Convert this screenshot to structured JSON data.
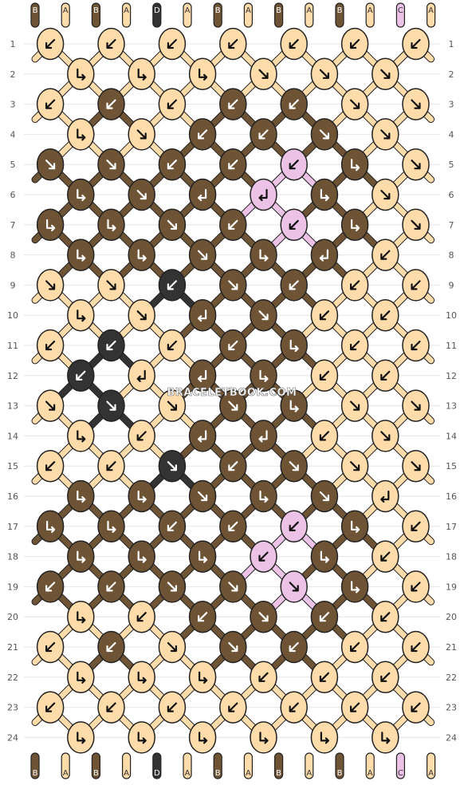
{
  "watermark": "BRACELETBOOK.COM",
  "colors": {
    "A": "#ffdcaa",
    "B": "#6e5335",
    "C": "#ecc3e6",
    "D": "#333333"
  },
  "strands": {
    "top": [
      "B",
      "A",
      "B",
      "A",
      "D",
      "A",
      "B",
      "A",
      "B",
      "A",
      "B",
      "A",
      "C",
      "A"
    ],
    "bottom": [
      "B",
      "A",
      "B",
      "A",
      "D",
      "A",
      "B",
      "A",
      "B",
      "A",
      "B",
      "A",
      "C",
      "A"
    ]
  },
  "row_numbers": [
    "1",
    "2",
    "3",
    "4",
    "5",
    "6",
    "7",
    "8",
    "9",
    "10",
    "11",
    "12",
    "13",
    "14",
    "15",
    "16",
    "17",
    "18",
    "19",
    "20",
    "21",
    "22",
    "23",
    "24"
  ],
  "knots": [
    [
      "A",
      "A",
      "A",
      "A",
      "A",
      "A",
      "A"
    ],
    [
      "A",
      "A",
      "A",
      "A",
      "A",
      "A"
    ],
    [
      "A",
      "B",
      "A",
      "B",
      "B",
      "A",
      "A"
    ],
    [
      "A",
      "A",
      "B",
      "B",
      "B",
      "A"
    ],
    [
      "B",
      "B",
      "B",
      "B",
      "C",
      "B",
      "A"
    ],
    [
      "B",
      "B",
      "B",
      "C",
      "B",
      "A"
    ],
    [
      "B",
      "B",
      "B",
      "B",
      "C",
      "B",
      "A"
    ],
    [
      "B",
      "B",
      "B",
      "B",
      "B",
      "A"
    ],
    [
      "A",
      "A",
      "D",
      "B",
      "B",
      "A",
      "A"
    ],
    [
      "A",
      "A",
      "B",
      "B",
      "A",
      "A"
    ],
    [
      "A",
      "D",
      "A",
      "B",
      "B",
      "A",
      "A"
    ],
    [
      "D",
      "A",
      "B",
      "B",
      "A",
      "A"
    ],
    [
      "A",
      "D",
      "A",
      "B",
      "B",
      "A",
      "A"
    ],
    [
      "A",
      "A",
      "B",
      "B",
      "A",
      "A"
    ],
    [
      "A",
      "A",
      "D",
      "B",
      "B",
      "A",
      "A"
    ],
    [
      "B",
      "B",
      "B",
      "B",
      "B",
      "A"
    ],
    [
      "B",
      "B",
      "B",
      "B",
      "C",
      "B",
      "A"
    ],
    [
      "B",
      "B",
      "B",
      "C",
      "B",
      "A"
    ],
    [
      "B",
      "B",
      "B",
      "B",
      "C",
      "B",
      "A"
    ],
    [
      "A",
      "A",
      "B",
      "B",
      "B",
      "A"
    ],
    [
      "A",
      "B",
      "A",
      "B",
      "B",
      "A",
      "A"
    ],
    [
      "A",
      "A",
      "A",
      "A",
      "A",
      "A"
    ],
    [
      "A",
      "A",
      "A",
      "A",
      "A",
      "A",
      "A"
    ],
    [
      "A",
      "A",
      "A",
      "A",
      "A",
      "A"
    ]
  ],
  "knot_icons": [
    [
      "arrow-down-left",
      "arrow-down-left",
      "arrow-down-left",
      "arrow-down-left",
      "arrow-down-left",
      "arrow-down-left",
      "arrow-down-left"
    ],
    [
      "turn-down-right",
      "turn-down-right",
      "turn-down-right",
      "arrow-down-right",
      "arrow-down-right",
      "arrow-down-right"
    ],
    [
      "arrow-down-left",
      "arrow-down-left",
      "arrow-down-left",
      "arrow-down-left",
      "arrow-down-left",
      "arrow-down-right",
      "arrow-down-right"
    ],
    [
      "turn-down-right",
      "arrow-down-right",
      "arrow-down-left",
      "arrow-down-left",
      "arrow-down-right",
      "arrow-down-right"
    ],
    [
      "arrow-down-right",
      "arrow-down-right",
      "arrow-down-left",
      "arrow-down-left",
      "arrow-down-left",
      "turn-down-right",
      "arrow-down-right"
    ],
    [
      "turn-down-right",
      "arrow-down-right",
      "turn-down-left",
      "turn-down-left",
      "turn-down-right",
      "arrow-down-right"
    ],
    [
      "turn-down-right",
      "turn-down-right",
      "arrow-down-right",
      "arrow-down-left",
      "arrow-down-left",
      "turn-down-right",
      "arrow-down-right"
    ],
    [
      "turn-down-right",
      "turn-down-right",
      "arrow-down-right",
      "turn-down-right",
      "turn-down-left",
      "arrow-down-left"
    ],
    [
      "arrow-down-right",
      "arrow-down-right",
      "arrow-down-left",
      "arrow-down-right",
      "arrow-down-left",
      "arrow-down-left",
      "arrow-down-left"
    ],
    [
      "turn-down-right",
      "arrow-down-right",
      "turn-down-left",
      "arrow-down-right",
      "arrow-down-left",
      "arrow-down-left"
    ],
    [
      "arrow-down-left",
      "arrow-down-left",
      "arrow-down-left",
      "arrow-down-left",
      "turn-down-right",
      "arrow-down-left",
      "arrow-down-left"
    ],
    [
      "arrow-down-left",
      "turn-down-left",
      "turn-down-left",
      "turn-down-right",
      "arrow-down-left",
      "arrow-down-left"
    ],
    [
      "arrow-down-right",
      "arrow-down-right",
      "arrow-down-right",
      "arrow-down-right",
      "turn-down-right",
      "arrow-down-right",
      "arrow-down-right"
    ],
    [
      "turn-down-right",
      "arrow-down-left",
      "turn-down-left",
      "turn-down-left",
      "arrow-down-left",
      "arrow-down-right"
    ],
    [
      "arrow-down-left",
      "arrow-down-left",
      "arrow-down-right",
      "arrow-down-left",
      "arrow-down-right",
      "arrow-down-right",
      "arrow-down-right"
    ],
    [
      "turn-down-right",
      "turn-down-right",
      "arrow-down-right",
      "turn-down-right",
      "arrow-down-right",
      "turn-down-left"
    ],
    [
      "turn-down-right",
      "turn-down-right",
      "arrow-down-left",
      "arrow-down-left",
      "arrow-down-left",
      "turn-down-right",
      "arrow-down-left"
    ],
    [
      "turn-down-right",
      "turn-down-right",
      "turn-down-right",
      "arrow-down-left",
      "turn-down-right",
      "arrow-down-left"
    ],
    [
      "arrow-down-left",
      "arrow-down-left",
      "arrow-down-right",
      "arrow-down-right",
      "arrow-down-right",
      "turn-down-right",
      "arrow-down-left"
    ],
    [
      "turn-down-right",
      "arrow-down-left",
      "arrow-down-left",
      "arrow-down-right",
      "arrow-down-left",
      "arrow-down-left"
    ],
    [
      "arrow-down-left",
      "arrow-down-left",
      "arrow-down-right",
      "arrow-down-right",
      "arrow-down-left",
      "arrow-down-left",
      "arrow-down-left"
    ],
    [
      "turn-down-right",
      "turn-down-right",
      "turn-down-right",
      "arrow-down-left",
      "arrow-down-left",
      "arrow-down-left"
    ],
    [
      "arrow-down-left",
      "arrow-down-left",
      "arrow-down-left",
      "arrow-down-left",
      "arrow-down-left",
      "arrow-down-left",
      "arrow-down-left"
    ],
    [
      "turn-down-right",
      "turn-down-right",
      "turn-down-right",
      "turn-down-right",
      "turn-down-right",
      "turn-down-right"
    ]
  ]
}
